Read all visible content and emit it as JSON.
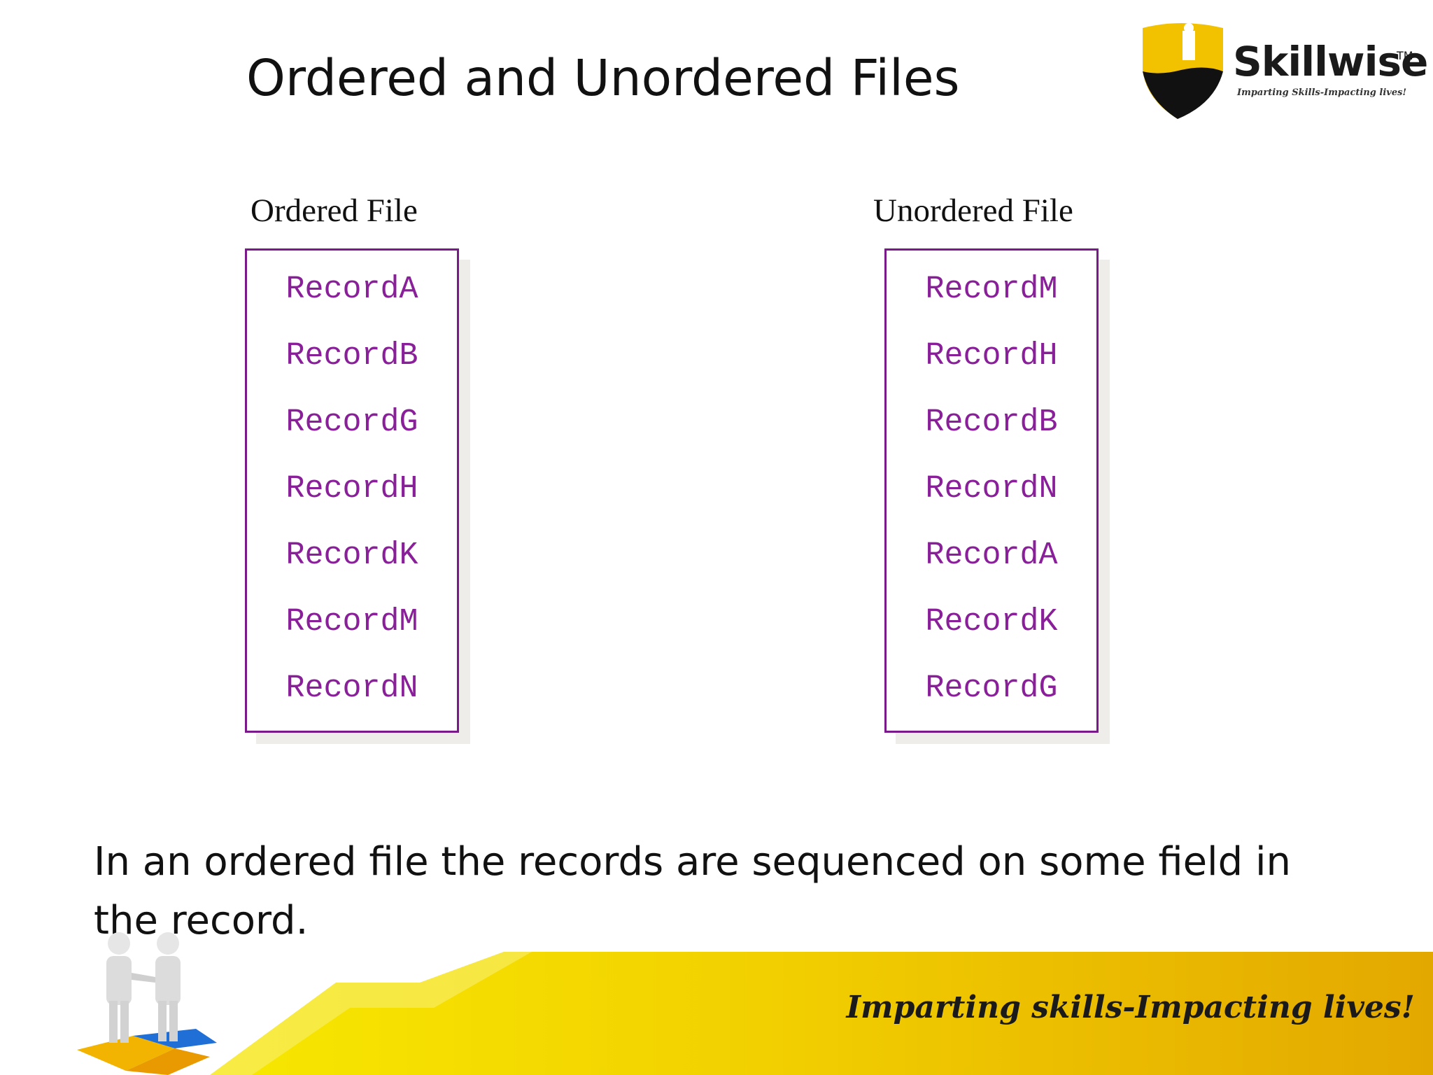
{
  "slide": {
    "title": "Ordered and Unordered Files",
    "body": "In an ordered file the records are sequenced on some field in the record.",
    "footer_tagline": "Imparting skills-Impacting lives!"
  },
  "logo": {
    "name": "Skillwise",
    "trademark": "TM",
    "tagline": "Imparting Skills-Impacting lives!"
  },
  "ordered_file": {
    "label": "Ordered File",
    "records": [
      "RecordA",
      "RecordB",
      "RecordG",
      "RecordH",
      "RecordK",
      "RecordM",
      "RecordN"
    ]
  },
  "unordered_file": {
    "label": "Unordered File",
    "records": [
      "RecordM",
      "RecordH",
      "RecordB",
      "RecordN",
      "RecordA",
      "RecordK",
      "RecordG"
    ]
  },
  "colors": {
    "record_text": "#8a1f9a",
    "box_border": "#7a1a8a",
    "footer_gold": "#e8b800",
    "logo_shield_yellow": "#f2c200"
  },
  "icons": [
    "skillwise-shield-logo",
    "handshake-puzzle-illustration"
  ]
}
